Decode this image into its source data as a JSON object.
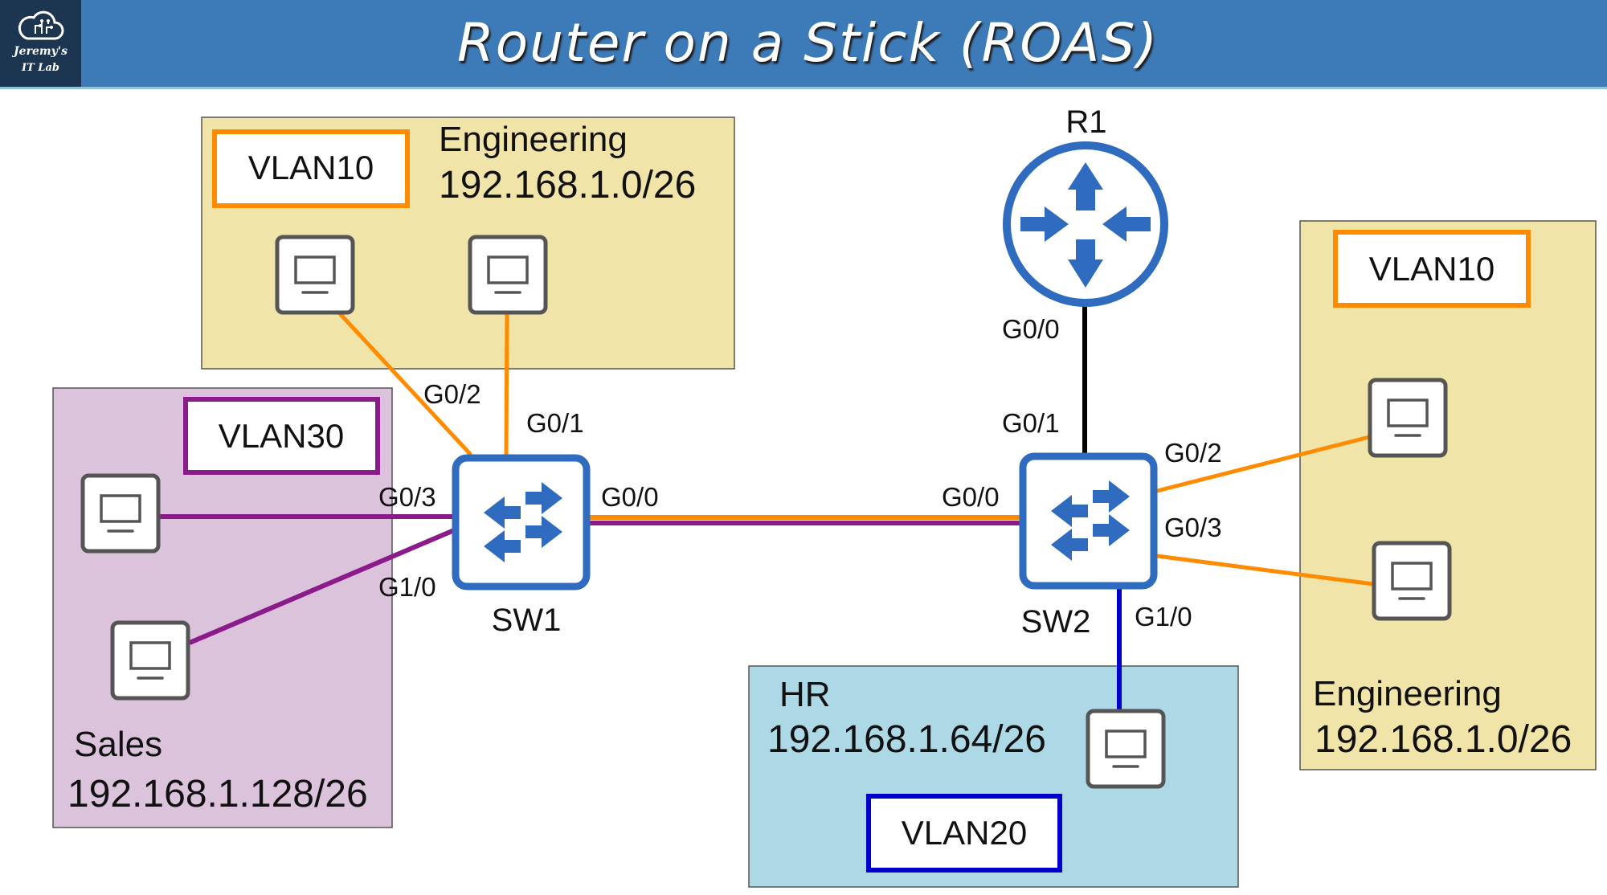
{
  "header": {
    "title": "Router on a Stick (ROAS)",
    "logo_line1": "Jeremy's",
    "logo_line2": "IT Lab",
    "logo_icon": "cloud-circuit-icon",
    "background": "#3d7ab8"
  },
  "colors": {
    "vlan10": "#ff8c00",
    "vlan20": "#0000cc",
    "vlan30": "#8b1a8b",
    "device_blue": "#2f6bbf",
    "trunk_to_router": "#000000",
    "engineering_zone": "#f0e4a8",
    "sales_zone": "#dbc3dc",
    "hr_zone": "#add8e6"
  },
  "zones": {
    "engineering_left": {
      "vlan": "VLAN10",
      "name": "Engineering",
      "subnet": "192.168.1.0/26"
    },
    "sales": {
      "vlan": "VLAN30",
      "name": "Sales",
      "subnet": "192.168.1.128/26"
    },
    "hr": {
      "vlan": "VLAN20",
      "name": "HR",
      "subnet": "192.168.1.64/26"
    },
    "engineering_right": {
      "vlan": "VLAN10",
      "name": "Engineering",
      "subnet": "192.168.1.0/26"
    }
  },
  "devices": {
    "router": {
      "name": "R1",
      "icon": "router-icon",
      "port": "G0/0"
    },
    "sw1": {
      "name": "SW1",
      "icon": "switch-icon",
      "ports": {
        "g00": "G0/0",
        "g01": "G0/1",
        "g02": "G0/2",
        "g03": "G0/3",
        "g10": "G1/0"
      }
    },
    "sw2": {
      "name": "SW2",
      "icon": "switch-icon",
      "ports": {
        "g00": "G0/0",
        "g01": "G0/1",
        "g02": "G0/2",
        "g03": "G0/3",
        "g10": "G1/0"
      }
    }
  },
  "links": [
    {
      "from": "SW1 G0/2",
      "to": "Engineering PC1",
      "vlan": "VLAN10"
    },
    {
      "from": "SW1 G0/1",
      "to": "Engineering PC2",
      "vlan": "VLAN10"
    },
    {
      "from": "SW1 G0/3",
      "to": "Sales PC1",
      "vlan": "VLAN30"
    },
    {
      "from": "SW1 G1/0",
      "to": "Sales PC2",
      "vlan": "VLAN30"
    },
    {
      "from": "SW1 G0/0",
      "to": "SW2 G0/0",
      "vlan": "trunk"
    },
    {
      "from": "SW2 G0/1",
      "to": "R1 G0/0",
      "vlan": "trunk"
    },
    {
      "from": "SW2 G0/2",
      "to": "Engineering PC3",
      "vlan": "VLAN10"
    },
    {
      "from": "SW2 G0/3",
      "to": "Engineering PC4",
      "vlan": "VLAN10"
    },
    {
      "from": "SW2 G1/0",
      "to": "HR PC1",
      "vlan": "VLAN20"
    }
  ]
}
